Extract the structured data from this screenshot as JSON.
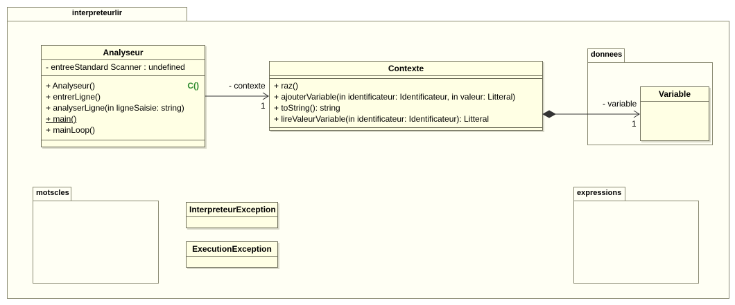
{
  "packages": {
    "root": "interpreteurlir",
    "donnees": "donnees",
    "motscles": "motscles",
    "expressions": "expressions"
  },
  "classes": {
    "analyseur": {
      "name": "Analyseur",
      "attributes": [
        "- entreeStandard Scanner : undefined"
      ],
      "operations": [
        "+ Analyseur()",
        "+ entrerLigne()",
        "+ analyserLigne(in ligneSaisie: string)",
        "+ main()",
        "+ mainLoop()"
      ],
      "ctor_marker": "C()"
    },
    "contexte": {
      "name": "Contexte",
      "operations": [
        "+ raz()",
        "+ ajouterVariable(in identificateur: Identificateur, in valeur: Litteral)",
        "+ toString(): string",
        "+ lireValeurVariable(in identificateur: Identificateur): Litteral"
      ]
    },
    "variable": {
      "name": "Variable"
    },
    "interpreteur_exception": {
      "name": "InterpreteurException"
    },
    "execution_exception": {
      "name": "ExecutionException"
    }
  },
  "associations": {
    "contexte_role": "- contexte",
    "contexte_mult": "1",
    "variable_role": "- variable",
    "variable_mult": "1"
  },
  "colors": {
    "package_fill": "#fffff4",
    "class_fill": "#ffffe4",
    "border": "#6e6e5a",
    "ctor_marker": "#2e8b2e"
  }
}
